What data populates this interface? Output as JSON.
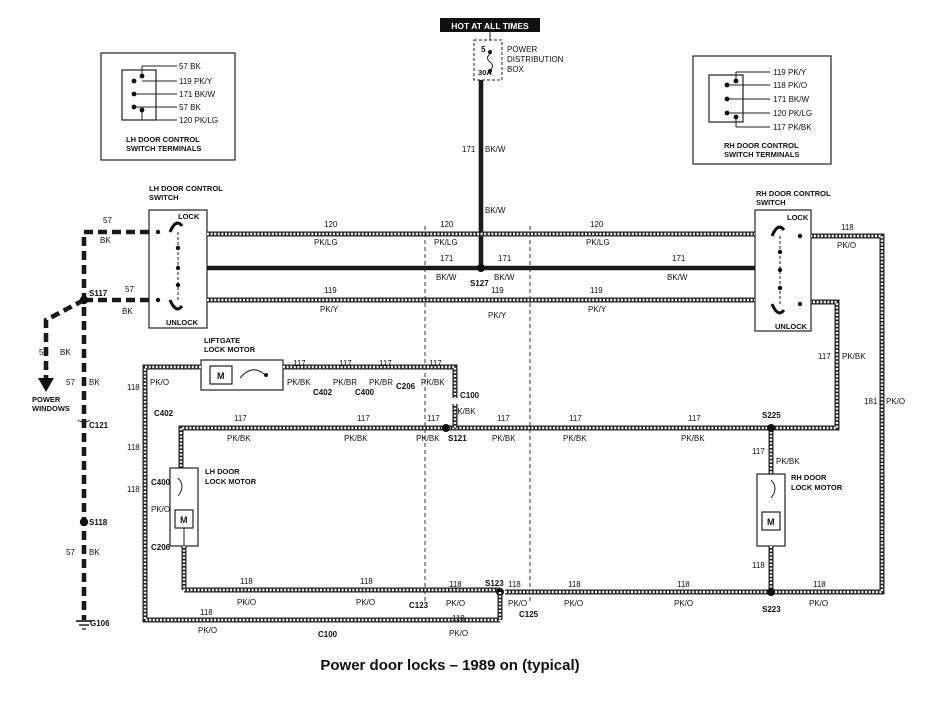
{
  "title": "Power door locks – 1989 on (typical)",
  "hot_at_all_times": "HOT AT ALL TIMES",
  "pdb": {
    "fuse_num": "5",
    "fuse_amp": "30A",
    "label_l1": "POWER",
    "label_l2": "DISTRIBUTION",
    "label_l3": "BOX"
  },
  "lh_terminals": {
    "rows": [
      "57 BK",
      "119 PK/Y",
      "171 BK/W",
      "57 BK",
      "120 PK/LG"
    ],
    "caption_l1": "LH DOOR CONTROL",
    "caption_l2": "SWITCH TERMINALS"
  },
  "rh_terminals": {
    "rows": [
      "119 PK/Y",
      "118 PK/O",
      "171 BK/W",
      "120 PK/LG",
      "117 PK/BK"
    ],
    "caption_l1": "RH DOOR CONTROL",
    "caption_l2": "SWITCH TERMINALS"
  },
  "lh_switch": {
    "label_l1": "LH DOOR CONTROL",
    "label_l2": "SWITCH",
    "lock": "LOCK",
    "unlock": "UNLOCK"
  },
  "rh_switch": {
    "label_l1": "RH DOOR CONTROL",
    "label_l2": "SWITCH",
    "lock": "LOCK",
    "unlock": "UNLOCK"
  },
  "liftgate_motor": {
    "label_l1": "LIFTGATE",
    "label_l2": "LOCK MOTOR",
    "m": "M"
  },
  "lh_door_motor": {
    "label_l1": "LH DOOR",
    "label_l2": "LOCK MOTOR",
    "m": "M"
  },
  "rh_door_motor": {
    "label_l1": "RH DOOR",
    "label_l2": "LOCK MOTOR",
    "m": "M"
  },
  "power_windows": {
    "l1": "POWER",
    "l2": "WINDOWS"
  },
  "splices": {
    "s117": "S117",
    "s127": "S127",
    "s121": "S121",
    "s118": "S118",
    "s225": "S225",
    "s123": "S123",
    "s223": "S223"
  },
  "connectors": {
    "c402a": "C402",
    "c400a": "C400",
    "c206a": "C206",
    "c100a": "C100",
    "c402b": "C402",
    "c121": "C121",
    "c400b": "C400",
    "c206b": "C206",
    "c123": "C123",
    "c125": "C125",
    "c100b": "C100"
  },
  "ground": "G106",
  "wire_labels": {
    "w57": "57",
    "bk": "BK",
    "w120": "120",
    "pklg": "PK/LG",
    "w171": "171",
    "bkw": "BK/W",
    "w119": "119",
    "pky": "PK/Y",
    "w118": "118",
    "pko": "PK/O",
    "w117": "117",
    "pkbk": "PK/BK",
    "pkbr": "PK/BR",
    "w181": "181"
  }
}
